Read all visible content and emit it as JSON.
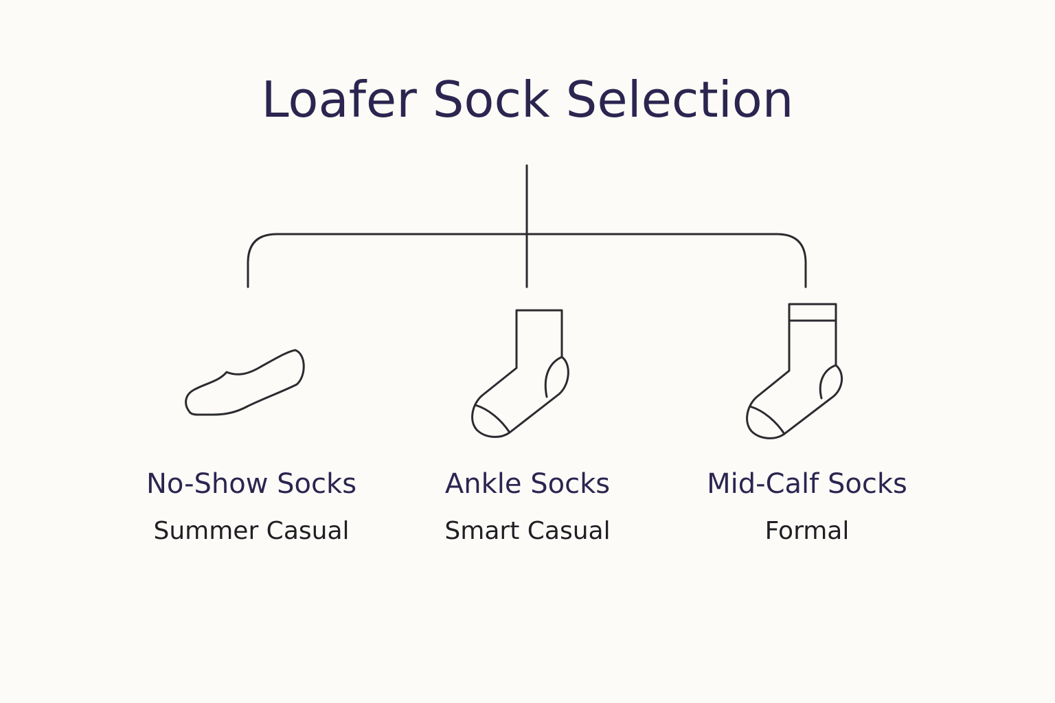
{
  "title": "Loafer Sock Selection",
  "colors": {
    "background": "#fcfbf7",
    "heading": "#2b2550",
    "stroke": "#2b2b30"
  },
  "options": [
    {
      "name": "No-Show Socks",
      "occasion": "Summer Casual",
      "icon": "no-show-sock-icon"
    },
    {
      "name": "Ankle Socks",
      "occasion": "Smart Casual",
      "icon": "ankle-sock-icon"
    },
    {
      "name": "Mid-Calf Socks",
      "occasion": "Formal",
      "icon": "mid-calf-sock-icon"
    }
  ]
}
